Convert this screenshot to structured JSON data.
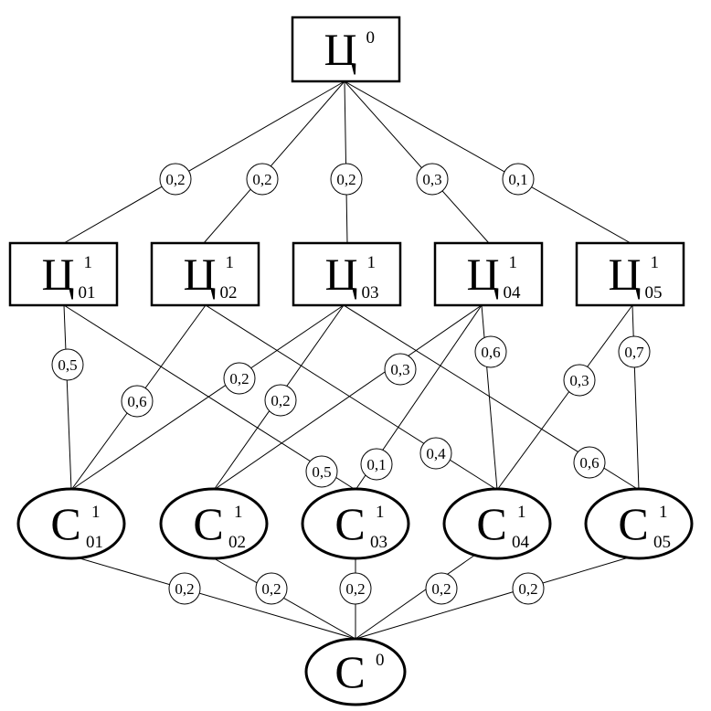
{
  "nodes": {
    "top": {
      "main": "Ц",
      "sup": "0",
      "sub": ""
    },
    "mid": [
      {
        "main": "Ц",
        "sup": "1",
        "sub": "01"
      },
      {
        "main": "Ц",
        "sup": "1",
        "sub": "02"
      },
      {
        "main": "Ц",
        "sup": "1",
        "sub": "03"
      },
      {
        "main": "Ц",
        "sup": "1",
        "sub": "04"
      },
      {
        "main": "Ц",
        "sup": "1",
        "sub": "05"
      }
    ],
    "low": [
      {
        "main": "С",
        "sup": "1",
        "sub": "01"
      },
      {
        "main": "С",
        "sup": "1",
        "sub": "02"
      },
      {
        "main": "С",
        "sup": "1",
        "sub": "03"
      },
      {
        "main": "С",
        "sup": "1",
        "sub": "04"
      },
      {
        "main": "С",
        "sup": "1",
        "sub": "05"
      }
    ],
    "bottom": {
      "main": "С",
      "sup": "0",
      "sub": ""
    }
  },
  "edges": {
    "top_to_mid": [
      {
        "to": 1,
        "weight": "0,2"
      },
      {
        "to": 2,
        "weight": "0,2"
      },
      {
        "to": 3,
        "weight": "0,2"
      },
      {
        "to": 4,
        "weight": "0,3"
      },
      {
        "to": 5,
        "weight": "0,1"
      }
    ],
    "mid_to_low": [
      {
        "from": 1,
        "to": 1,
        "weight": "0,5"
      },
      {
        "from": 1,
        "to": 3,
        "weight": "0,5"
      },
      {
        "from": 2,
        "to": 1,
        "weight": "0,6"
      },
      {
        "from": 2,
        "to": 4,
        "weight": "0,4"
      },
      {
        "from": 3,
        "to": 1,
        "weight": "0,2"
      },
      {
        "from": 3,
        "to": 2,
        "weight": "0,2"
      },
      {
        "from": 3,
        "to": 5,
        "weight": "0,6"
      },
      {
        "from": 4,
        "to": 2,
        "weight": "0,3"
      },
      {
        "from": 4,
        "to": 3,
        "weight": "0,1"
      },
      {
        "from": 4,
        "to": 4,
        "weight": "0,6"
      },
      {
        "from": 5,
        "to": 4,
        "weight": "0,3"
      },
      {
        "from": 5,
        "to": 5,
        "weight": "0,7"
      }
    ],
    "low_to_bottom": [
      {
        "from": 1,
        "weight": "0,2"
      },
      {
        "from": 2,
        "weight": "0,2"
      },
      {
        "from": 3,
        "weight": "0,2"
      },
      {
        "from": 4,
        "weight": "0,2"
      },
      {
        "from": 5,
        "weight": "0,2"
      }
    ]
  }
}
